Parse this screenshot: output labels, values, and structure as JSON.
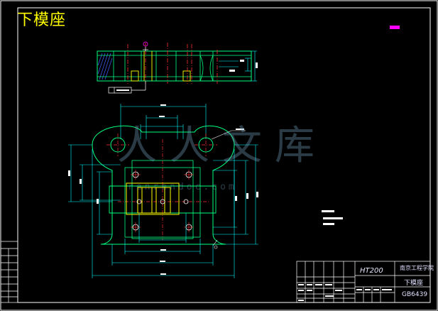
{
  "drawing": {
    "title_cn": "下模座",
    "material": "HT200",
    "school": "南京工程学院",
    "part_name": "下模座",
    "drawing_number": "GB6439"
  },
  "watermark": {
    "text_cn": "人人文库",
    "url": "renrendoc.com"
  },
  "colors": {
    "background": "#000000",
    "frame": "#ffffff",
    "outline": "#00ff80",
    "dimension": "#00ffff",
    "centerline": "#ff3030",
    "hidden": "#ffff00",
    "magenta": "#ff00ff",
    "title": "#ffff00"
  }
}
